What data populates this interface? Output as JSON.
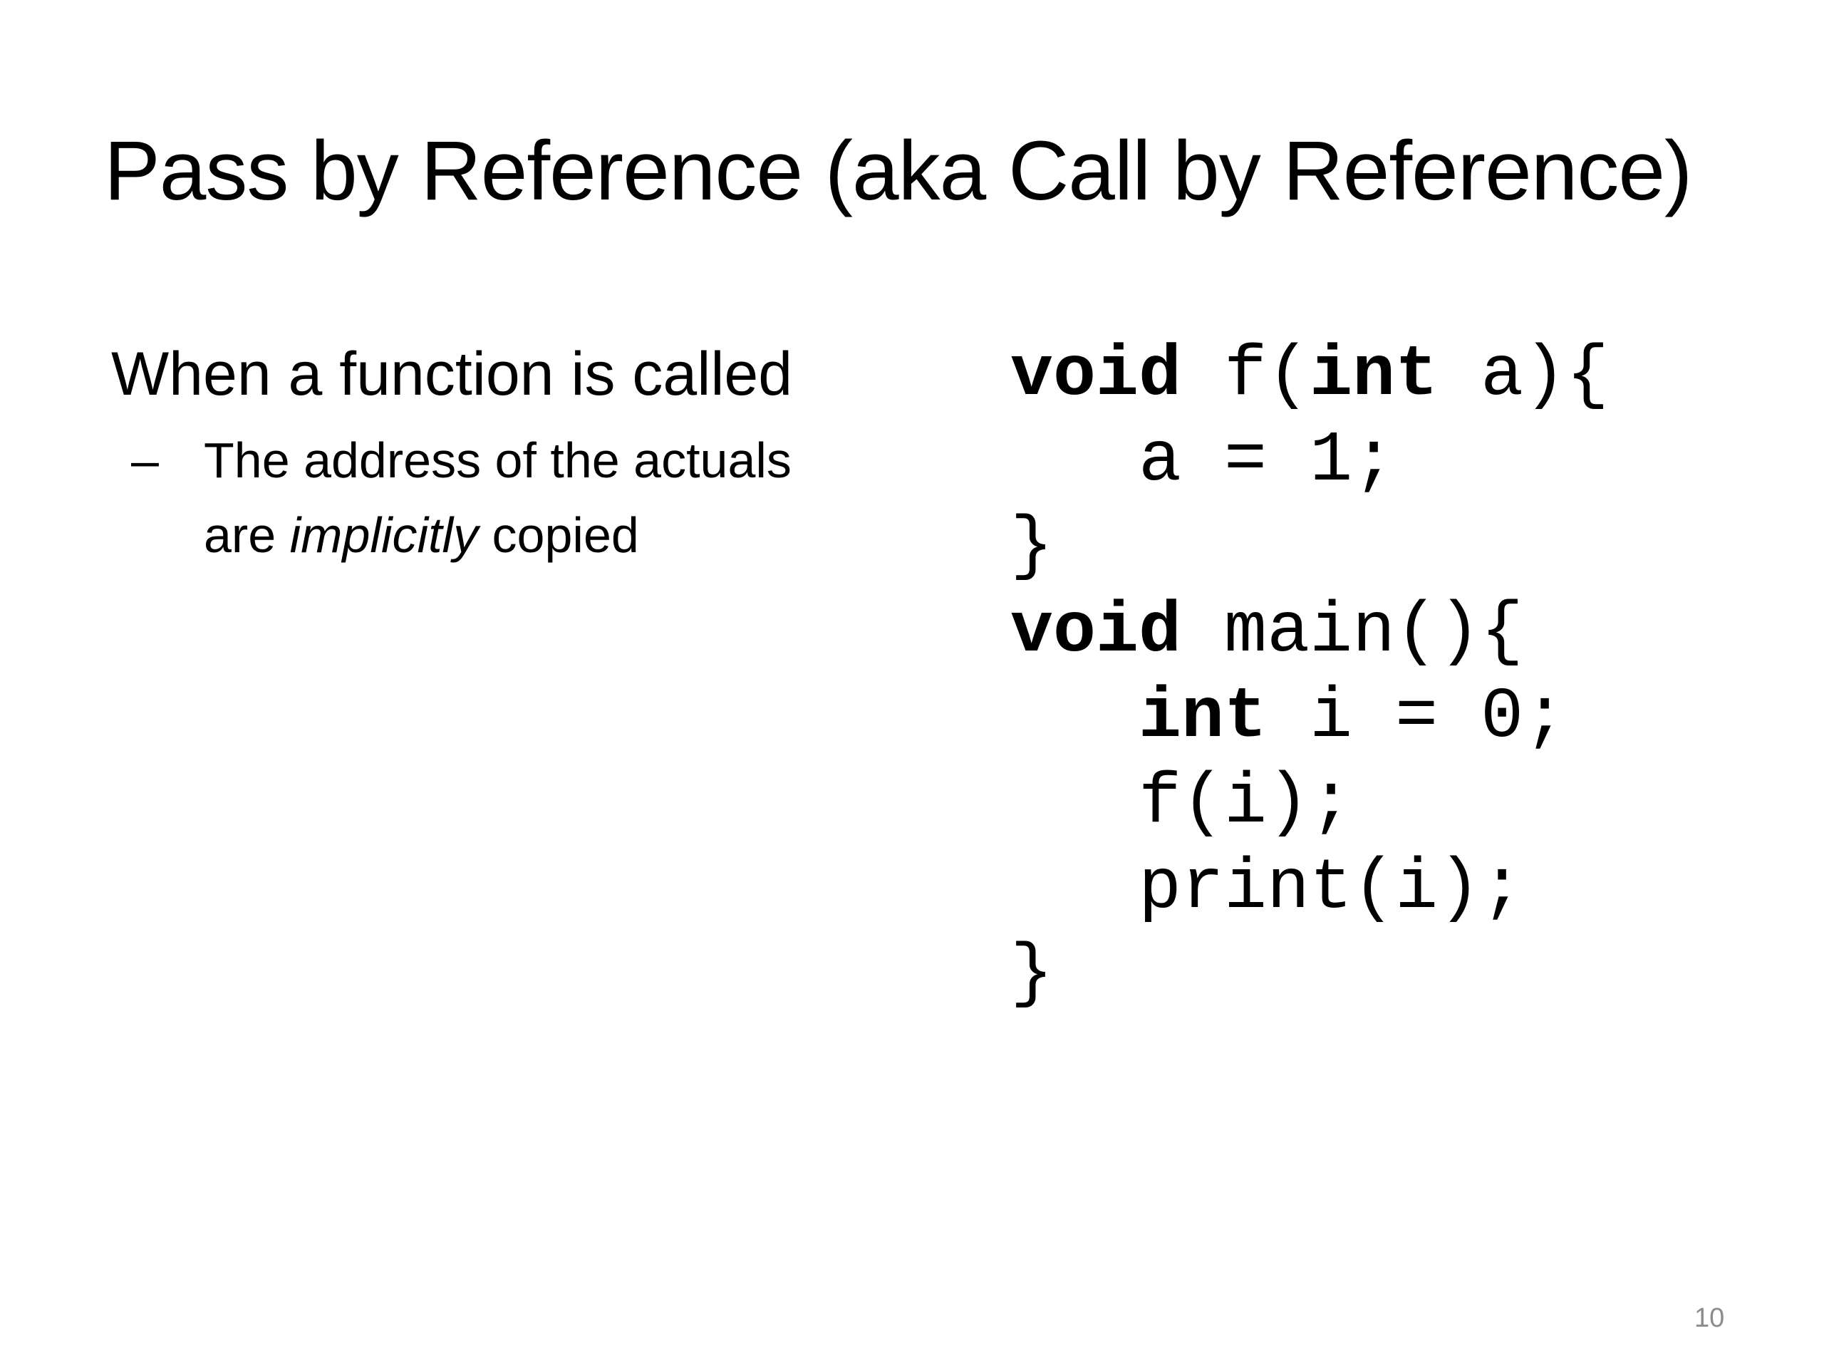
{
  "slide": {
    "title": "Pass by Reference (aka Call by Reference)",
    "bullet": "When a function is called",
    "sub_bullet": {
      "dash": "–",
      "line1": "The address of the actuals",
      "line2_prefix": "are ",
      "line2_emphasis": "implicitly",
      "line2_suffix": " copied"
    },
    "code": [
      [
        {
          "t": "void",
          "b": true
        },
        {
          "t": " f(",
          "b": false
        },
        {
          "t": "int",
          "b": true
        },
        {
          "t": " a){",
          "b": false
        }
      ],
      [
        {
          "t": "   a = 1;",
          "b": false
        }
      ],
      [
        {
          "t": "}",
          "b": false
        }
      ],
      [
        {
          "t": "void",
          "b": true
        },
        {
          "t": " main(){",
          "b": false
        }
      ],
      [
        {
          "t": "   ",
          "b": false
        },
        {
          "t": "int",
          "b": true
        },
        {
          "t": " i = 0;",
          "b": false
        }
      ],
      [
        {
          "t": "   f(i);",
          "b": false
        }
      ],
      [
        {
          "t": "   print(i);",
          "b": false
        }
      ],
      [
        {
          "t": "}",
          "b": false
        }
      ]
    ],
    "page_number": "10"
  }
}
